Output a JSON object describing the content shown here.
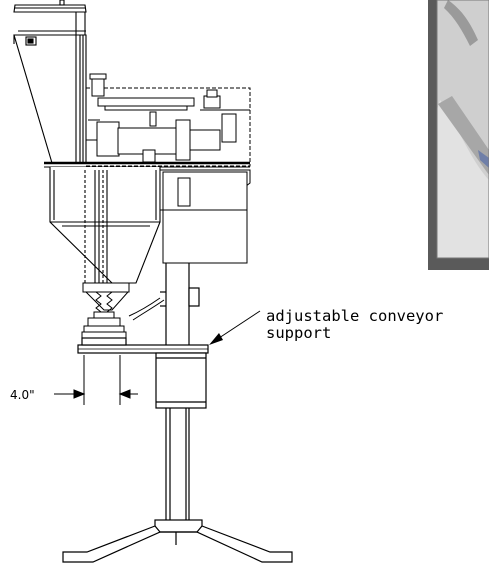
{
  "annotation": {
    "line1": "adjustable conveyor",
    "line2": "support"
  },
  "dimension": {
    "label": "4.0\""
  }
}
